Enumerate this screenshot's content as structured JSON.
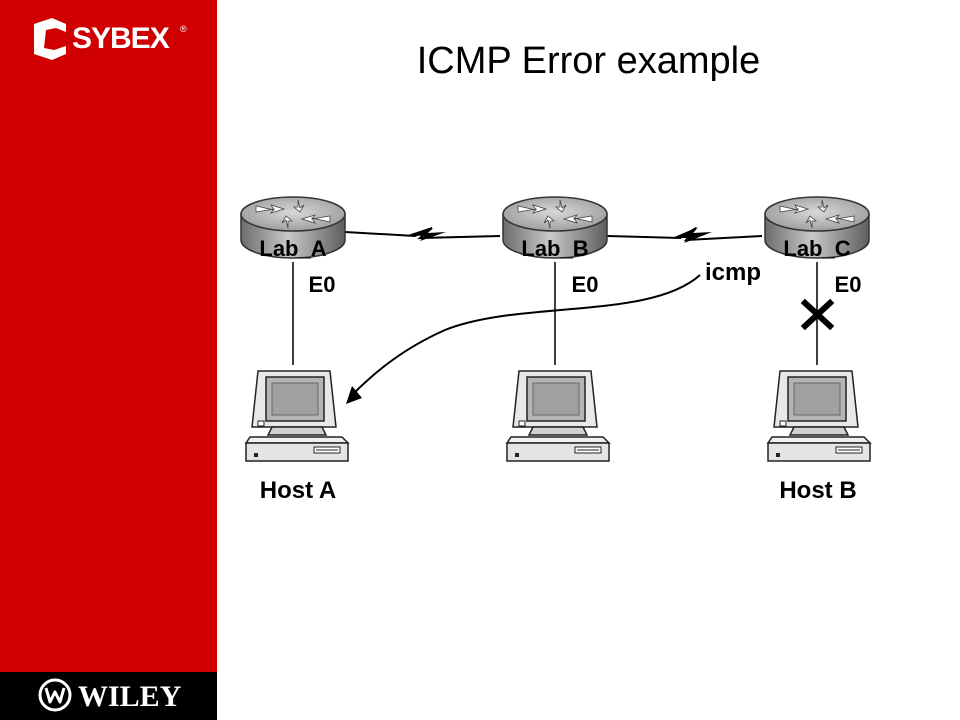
{
  "logo": {
    "brand": "SYBEX",
    "reg": "®"
  },
  "publisher": {
    "brand": "WILEY"
  },
  "title": "ICMP Error example",
  "routers": [
    {
      "name": "Lab_A",
      "interface": "E0"
    },
    {
      "name": "Lab_B",
      "interface": "E0"
    },
    {
      "name": "Lab_C",
      "interface": "E0"
    }
  ],
  "hosts": [
    {
      "label": "Host A"
    },
    {
      "label": ""
    },
    {
      "label": "Host B"
    }
  ],
  "message": {
    "label": "icmp"
  },
  "colors": {
    "sidebar": "#d00000",
    "band": "#000000",
    "router": "#a8a8a8"
  }
}
